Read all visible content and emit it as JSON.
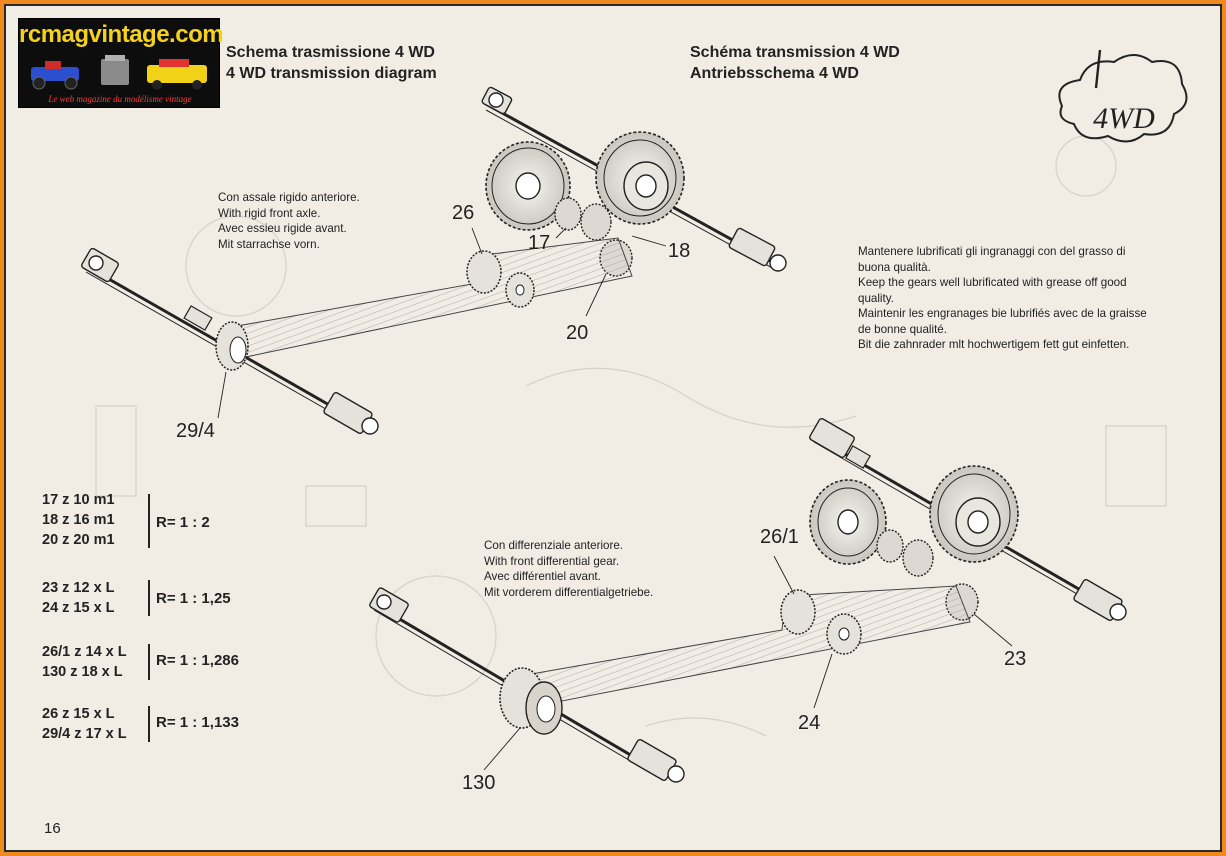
{
  "logo": {
    "title": "rcmagvintage.com",
    "tagline": "Le web magazine du modélisme vintage"
  },
  "header_left": {
    "line1": "Schema trasmissione 4 WD",
    "line2": "4 WD transmission diagram"
  },
  "header_right": {
    "line1": "Schéma transmission 4 WD",
    "line2": "Antriebsschema 4 WD"
  },
  "badge_text": "4WD",
  "note_rigid": [
    "Con assale rigido anteriore.",
    "With rigid front axle.",
    "Avec essieu rigide avant.",
    "Mit starrachse vorn."
  ],
  "note_grease": [
    "Mantenere lubrificati gli ingranaggi con del grasso di",
    "buona qualità.",
    "Keep the gears well lubrificated with grease off good",
    "quality.",
    "Maintenir les engranages bie lubrifiés avec de la graisse",
    "de bonne qualité.",
    "Bit die zahnrader  mlt hochwertigem fett gut einfetten."
  ],
  "note_diff": [
    "Con differenziale anteriore.",
    "With front differential gear.",
    "Avec différentiel avant.",
    "Mit vorderem differentialgetriebe."
  ],
  "part_numbers": {
    "p26": "26",
    "p17": "17",
    "p18": "18",
    "p20": "20",
    "p29_4": "29/4",
    "p26_1": "26/1",
    "p23": "23",
    "p24": "24",
    "p130": "130"
  },
  "gear_ratios": [
    {
      "gears": [
        "17 z 10 m1",
        "18 z 16 m1",
        "20 z 20 m1"
      ],
      "ratio": "R= 1 : 2"
    },
    {
      "gears": [
        "23 z 12 x L",
        "24 z 15 x L"
      ],
      "ratio": "R= 1 : 1,25"
    },
    {
      "gears": [
        "26/1 z 14 x L",
        "130 z 18 x L"
      ],
      "ratio": "R= 1 : 1,286"
    },
    {
      "gears": [
        "26 z 15 x L",
        "29/4 z 17 x L"
      ],
      "ratio": "R= 1 : 1,133"
    }
  ],
  "page_number": "16"
}
